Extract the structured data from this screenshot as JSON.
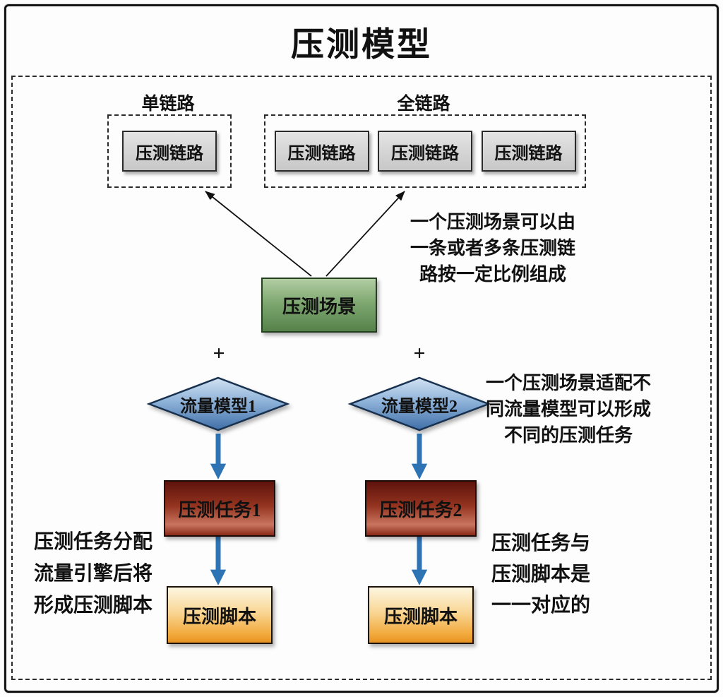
{
  "title": "压测模型",
  "single_link": {
    "label": "单链路",
    "nodes": [
      "压测链路"
    ]
  },
  "full_link": {
    "label": "全链路",
    "nodes": [
      "压测链路",
      "压测链路",
      "压测链路"
    ]
  },
  "scenario": {
    "label": "压测场景"
  },
  "plus": {
    "left": "+",
    "right": "+"
  },
  "models": [
    {
      "label": "流量模型1"
    },
    {
      "label": "流量模型2"
    }
  ],
  "tasks": [
    {
      "label": "压测任务1"
    },
    {
      "label": "压测任务2"
    }
  ],
  "scripts": [
    {
      "label": "压测脚本"
    },
    {
      "label": "压测脚本"
    }
  ],
  "notes": {
    "scenario": "一个压测场景可以由\n一条或者多条压测链\n路按一定比例组成",
    "models": "一个压测场景适配不\n同流量模型可以形成\n不同的压测任务",
    "tasks": "压测任务分配\n流量引擎后将\n形成压测脚本",
    "scripts": "压测任务与\n压测脚本是\n一一对应的"
  },
  "colors": {
    "chain_gray": "#d6d6d6",
    "scenario_green": "#6d9a60",
    "model_blue": "#5b8ec4",
    "task_red": "#9e3a28",
    "script_orange": "#f2a93b",
    "arrow_blue": "#2e74b5",
    "line_black": "#111111"
  }
}
